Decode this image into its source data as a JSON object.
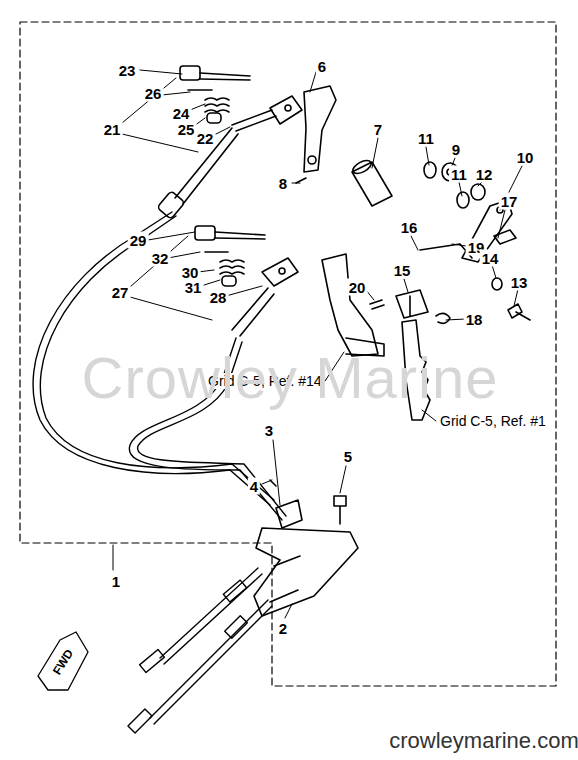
{
  "diagram": {
    "nodes": [],
    "edges": [],
    "labels": [
      "23",
      "26",
      "21",
      "24",
      "25",
      "22",
      "6",
      "7",
      "8",
      "11",
      "9",
      "11",
      "12",
      "10",
      "17",
      "16",
      "19",
      "14",
      "13",
      "15",
      "20",
      "18",
      "29",
      "27",
      "32",
      "30",
      "31",
      "28",
      "Grid C-5, Ref. #14",
      "Grid C-5, Ref. #1",
      "3",
      "5",
      "4",
      "1",
      "2",
      "FWD",
      "Crowley Marine",
      "crowleymarine.com"
    ]
  }
}
